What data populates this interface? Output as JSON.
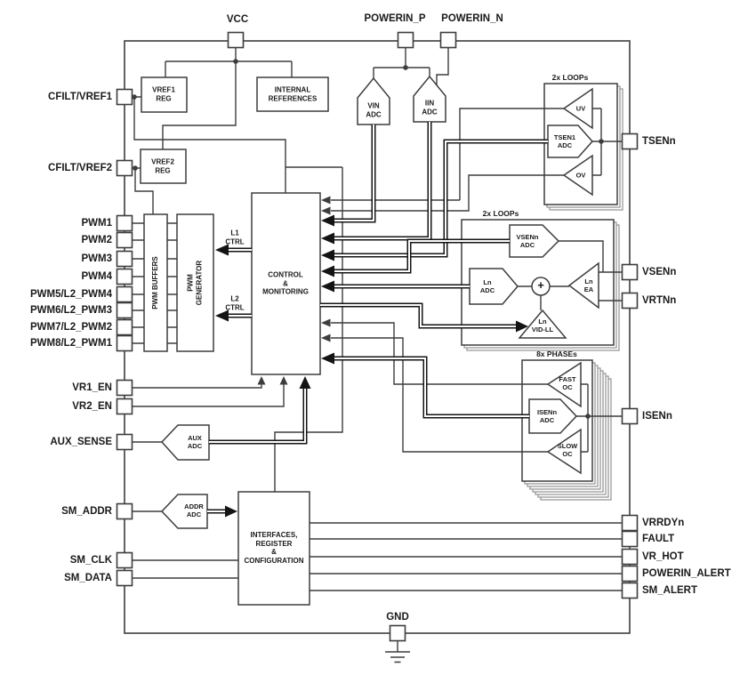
{
  "diagram": {
    "pins": {
      "top": [
        {
          "label": "VCC"
        },
        {
          "label": "POWERIN_P"
        },
        {
          "label": "POWERIN_N"
        }
      ],
      "left": [
        {
          "label": "CFILT/VREF1"
        },
        {
          "label": "CFILT/VREF2"
        },
        {
          "label": "PWM1"
        },
        {
          "label": "PWM2"
        },
        {
          "label": "PWM3"
        },
        {
          "label": "PWM4"
        },
        {
          "label": "PWM5/L2_PWM4"
        },
        {
          "label": "PWM6/L2_PWM3"
        },
        {
          "label": "PWM7/L2_PWM2"
        },
        {
          "label": "PWM8/L2_PWM1"
        },
        {
          "label": "VR1_EN"
        },
        {
          "label": "VR2_EN"
        },
        {
          "label": "AUX_SENSE"
        },
        {
          "label": "SM_ADDR"
        },
        {
          "label": "SM_CLK"
        },
        {
          "label": "SM_DATA"
        }
      ],
      "right": [
        {
          "label": "TSENn"
        },
        {
          "label": "VSENn"
        },
        {
          "label": "VRTNn"
        },
        {
          "label": "ISENn"
        },
        {
          "label": "VRRDYn"
        },
        {
          "label": "FAULT"
        },
        {
          "label": "VR_HOT"
        },
        {
          "label": "POWERIN_ALERT"
        },
        {
          "label": "SM_ALERT"
        }
      ],
      "bottom": [
        {
          "label": "GND"
        }
      ]
    },
    "blocks": {
      "vref1_reg": "VREF1\nREG",
      "vref2_reg": "VREF2\nREG",
      "internal_references": "INTERNAL\nREFERENCES",
      "vin_adc": "VIN\nADC",
      "iin_adc": "IIN\nADC",
      "pwm_buffers": "PWM BUFFERS",
      "pwm_generator": "PWM\nGENERATOR",
      "control_monitoring": "CONTROL\n&\nMONITORING",
      "interfaces": "INTERFACES,\nREGISTER\n&\nCONFIGURATION",
      "aux_adc": "AUX\nADC",
      "addr_adc": "ADDR\nADC"
    },
    "groups": {
      "loops_top": "2x LOOPs",
      "loops_mid": "2x LOOPs",
      "phases": "8x PHASEs"
    },
    "loop1": {
      "uv": "UV",
      "tsen1_adc": "TSEN1\nADC",
      "ov": "OV"
    },
    "loop2": {
      "vsenn_adc": "VSENn\nADC",
      "ln_adc": "Ln\nADC",
      "sum": "+",
      "ln_ea": "Ln\nEA",
      "ln_vidll": "Ln\nVID-LL"
    },
    "phase": {
      "fast_oc": "FAST\nOC",
      "isenn_adc": "ISENn\nADC",
      "slow_oc": "SLOW\nOC"
    },
    "wire_labels": {
      "l1_ctrl": "L1\nCTRL",
      "l2_ctrl": "L2\nCTRL"
    },
    "colors": {
      "line": "#3d3d3d",
      "bus": "#141414",
      "text": "#1a1a1a",
      "shadow": "#999999",
      "background": "#ffffff"
    }
  }
}
